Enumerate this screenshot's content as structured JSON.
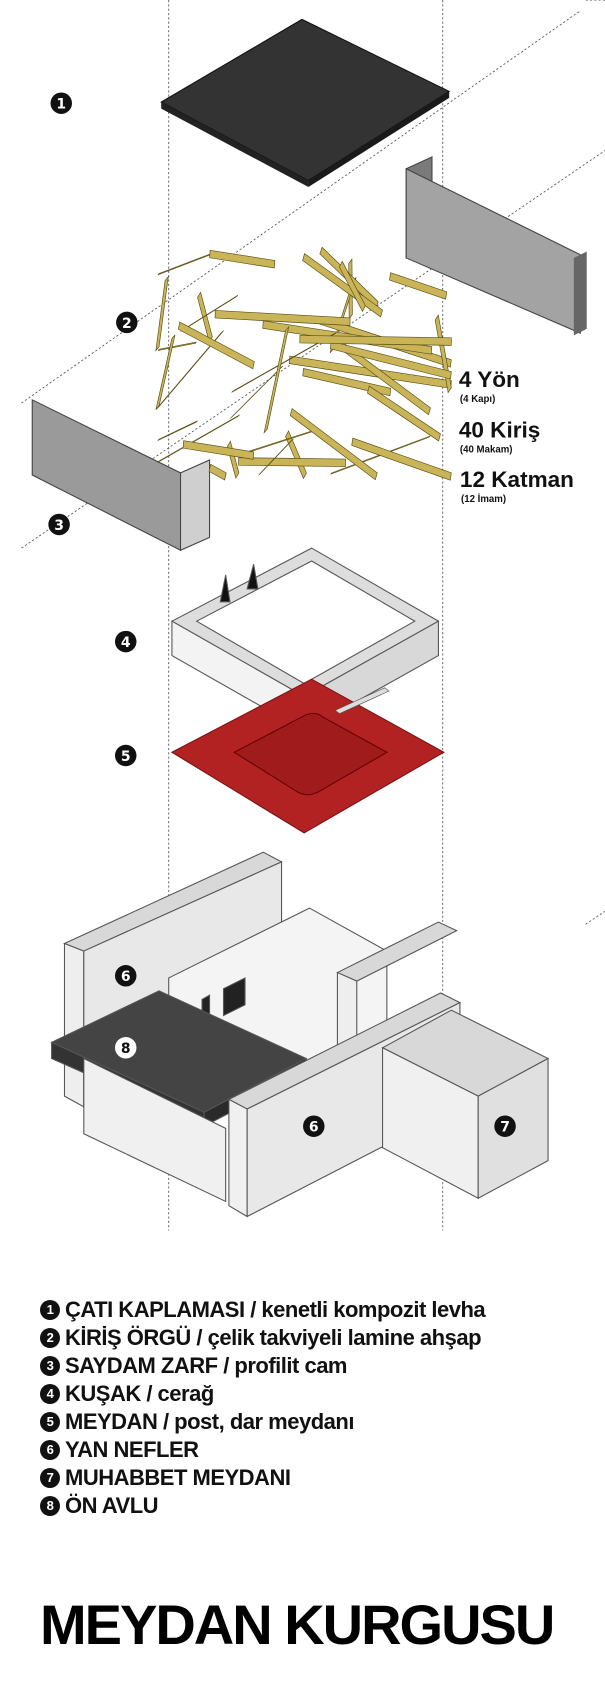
{
  "markers": [
    "1",
    "2",
    "3",
    "4",
    "5",
    "6",
    "7",
    "8"
  ],
  "stats": [
    {
      "main": "4 Yön",
      "sub": "(4 Kapı)"
    },
    {
      "main": "40 Kiriş",
      "sub": "(40 Makam)"
    },
    {
      "main": "12 Katman",
      "sub": "(12 İmam)"
    }
  ],
  "legend": [
    {
      "num": "1",
      "text": "ÇATI KAPLAMASI / kenetli kompozit levha"
    },
    {
      "num": "2",
      "text": "KİRİŞ ÖRGÜ / çelik takviyeli lamine ahşap"
    },
    {
      "num": "3",
      "text": "SAYDAM ZARF / profilit cam"
    },
    {
      "num": "4",
      "text": "KUŞAK / cerağ"
    },
    {
      "num": "5",
      "text": "MEYDAN / post, dar meydanı"
    },
    {
      "num": "6",
      "text": "YAN NEFLER"
    },
    {
      "num": "7",
      "text": "MUHABBET MEYDANI"
    },
    {
      "num": "8",
      "text": "ÖN AVLU"
    }
  ],
  "title": "MEYDAN KURGUSU",
  "colors": {
    "roof": "#333333",
    "beam": "#c9b458",
    "glass": "#9a9a9a",
    "floor": "#b22222",
    "wall": "#e6e6e6"
  }
}
